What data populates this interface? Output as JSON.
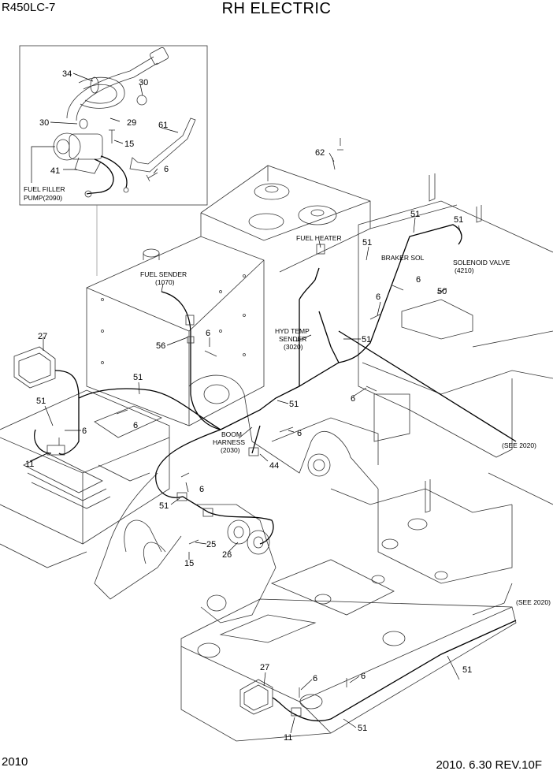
{
  "header": {
    "model": "R450LC-7",
    "title": "RH ELECTRIC"
  },
  "footer": {
    "page": "2010",
    "revision": "2010. 6.30  REV.10F"
  },
  "labels": {
    "fuel_filler_pump_1": "FUEL FILLER",
    "fuel_filler_pump_2": "PUMP(2090)",
    "fuel_heater": "FUEL HEATER",
    "fuel_sender_1": "FUEL SENDER",
    "fuel_sender_2": "(1070)",
    "braker_sol": "BRAKER SOL",
    "solenoid_valve_1": "SOLENOID VALVE",
    "solenoid_valve_2": "(4210)",
    "hyd_temp_1": "HYD TEMP",
    "hyd_temp_2": "SENDER",
    "hyd_temp_3": "(3020)",
    "boom_harness_1": "BOOM",
    "boom_harness_2": "HARNESS",
    "boom_harness_3": "(2030)",
    "see_2020_a": "(SEE 2020)",
    "see_2020_b": "(SEE 2020)"
  },
  "callouts": {
    "c34": "34",
    "c30a": "30",
    "c30b": "30",
    "c29": "29",
    "c61": "61",
    "c15a": "15",
    "c41": "41",
    "c6a": "6",
    "c62": "62",
    "c51a": "51",
    "c51b": "51",
    "c51c": "51",
    "c6b": "6",
    "c6c": "6",
    "c50": "50",
    "c27a": "27",
    "c56": "56",
    "c6d": "6",
    "c51d": "51",
    "c51e": "51",
    "c51f": "51",
    "c6e": "6",
    "c6f": "6",
    "c11a": "11",
    "c6g": "6",
    "c6h": "6",
    "c44": "44",
    "c6i": "6",
    "c51g": "51",
    "c25": "25",
    "c26": "26",
    "c15b": "15",
    "c27b": "27",
    "c6j": "6",
    "c6k": "6",
    "c51h": "51",
    "c51i": "51",
    "c11b": "11"
  }
}
